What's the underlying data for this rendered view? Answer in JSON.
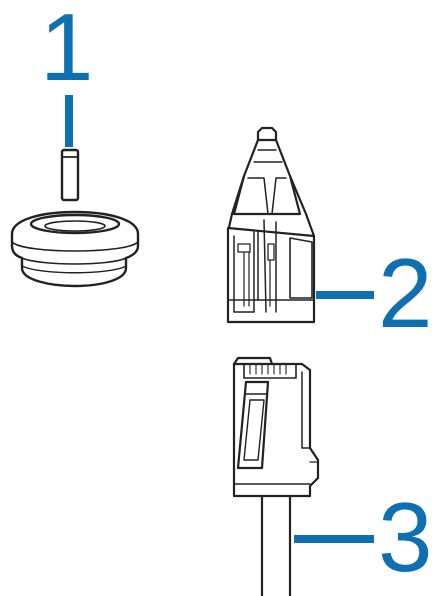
{
  "callouts": {
    "part1": "1",
    "part2": "2",
    "part3": "3"
  },
  "colors": {
    "callout": "#0e6fb1",
    "line_art": "#222222"
  }
}
